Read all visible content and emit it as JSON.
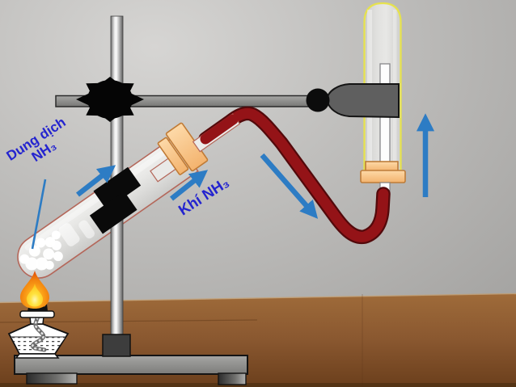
{
  "diagram": {
    "labels": {
      "solution_line1": "Dung dịch",
      "solution_line2": "NH₃",
      "gas": "Khí NH₃"
    },
    "colors": {
      "label-blue": "#2424cf",
      "arrow-blue": "#2d7cc4",
      "rubber-tube-red": "#941317",
      "rubber-tube-red-dark": "#53090b",
      "stopper-peach": "#f9c98b",
      "collection-outline-yellow": "#e6e24e",
      "flame-outer-orange": "#f6920f",
      "flame-inner-yellow": "#ffe23e",
      "wall-gray": "#bcbbb9",
      "floor-brown": "#8a5830"
    },
    "components": [
      "lab-stand",
      "clamp-bar",
      "clamp-knob",
      "ball-joint",
      "clamp-jaw",
      "heated-test-tube",
      "rubber-stopper",
      "glass-delivery-tube",
      "rubber-tube",
      "collection-test-tube",
      "collection-stopper",
      "alcohol-lamp",
      "wick",
      "flame",
      "nh3-solution-bubbles",
      "flow-arrow-up-left",
      "flow-arrow-up-mid",
      "flow-arrow-down-right",
      "flow-arrow-up-right",
      "solution-pointer-line"
    ]
  }
}
